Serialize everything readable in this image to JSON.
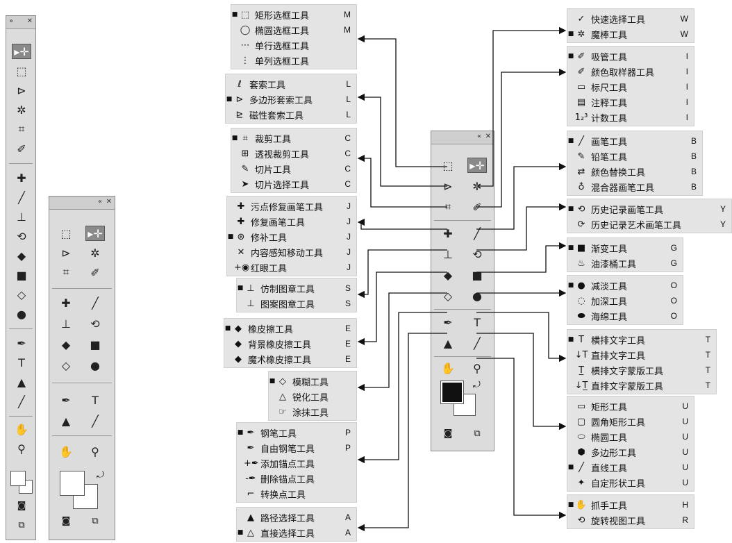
{
  "bullet": "■",
  "groups": [
    {
      "items": [
        {
          "icon": "⬚",
          "name": "矩形选框工具",
          "key": "M",
          "active": true
        },
        {
          "icon": "◯",
          "name": "椭圆选框工具",
          "key": "M"
        },
        {
          "icon": "⋯",
          "name": "单行选框工具",
          "key": ""
        },
        {
          "icon": "⋮",
          "name": "单列选框工具",
          "key": ""
        }
      ]
    },
    {
      "items": [
        {
          "icon": "ℓ",
          "name": "套索工具",
          "key": "L"
        },
        {
          "icon": "⊳",
          "name": "多边形套索工具",
          "key": "L",
          "active": true
        },
        {
          "icon": "⊵",
          "name": "磁性套索工具",
          "key": "L"
        }
      ]
    },
    {
      "items": [
        {
          "icon": "⌗",
          "name": "裁剪工具",
          "key": "C",
          "active": true
        },
        {
          "icon": "⊞",
          "name": "透视裁剪工具",
          "key": "C"
        },
        {
          "icon": "✎",
          "name": "切片工具",
          "key": "C"
        },
        {
          "icon": "➤",
          "name": "切片选择工具",
          "key": "C"
        }
      ]
    },
    {
      "items": [
        {
          "icon": "✚",
          "name": "污点修复画笔工具",
          "key": "J"
        },
        {
          "icon": "✚",
          "name": "修复画笔工具",
          "key": "J"
        },
        {
          "icon": "⊛",
          "name": "修补工具",
          "key": "J",
          "active": true
        },
        {
          "icon": "✕",
          "name": "内容感知移动工具",
          "key": "J"
        },
        {
          "icon": "+◉",
          "name": "红眼工具",
          "key": "J"
        }
      ]
    },
    {
      "items": [
        {
          "icon": "⊥",
          "name": "仿制图章工具",
          "key": "S",
          "active": true
        },
        {
          "icon": "⊥",
          "name": "图案图章工具",
          "key": "S"
        }
      ]
    },
    {
      "items": [
        {
          "icon": "◆",
          "name": "橡皮擦工具",
          "key": "E",
          "active": true
        },
        {
          "icon": "◆",
          "name": "背景橡皮擦工具",
          "key": "E"
        },
        {
          "icon": "◆",
          "name": "魔术橡皮擦工具",
          "key": "E"
        }
      ]
    },
    {
      "items": [
        {
          "icon": "◇",
          "name": "模糊工具",
          "key": "",
          "active": true
        },
        {
          "icon": "△",
          "name": "锐化工具",
          "key": ""
        },
        {
          "icon": "☞",
          "name": "涂抹工具",
          "key": ""
        }
      ]
    },
    {
      "items": [
        {
          "icon": "✒",
          "name": "钢笔工具",
          "key": "P",
          "active": true
        },
        {
          "icon": "✒",
          "name": "自由钢笔工具",
          "key": "P"
        },
        {
          "icon": "+✒",
          "name": "添加锚点工具",
          "key": ""
        },
        {
          "icon": "-✒",
          "name": "删除锚点工具",
          "key": ""
        },
        {
          "icon": "⌐",
          "name": "转换点工具",
          "key": ""
        }
      ]
    },
    {
      "items": [
        {
          "icon": "▲",
          "name": "路径选择工具",
          "key": "A"
        },
        {
          "icon": "△",
          "name": "直接选择工具",
          "key": "A",
          "active": true
        }
      ]
    },
    {
      "items": [
        {
          "icon": "✓",
          "name": "快速选择工具",
          "key": "W"
        },
        {
          "icon": "✲",
          "name": "魔棒工具",
          "key": "W",
          "active": true
        }
      ]
    },
    {
      "items": [
        {
          "icon": "✐",
          "name": "吸管工具",
          "key": "I",
          "active": true
        },
        {
          "icon": "✐",
          "name": "颜色取样器工具",
          "key": "I"
        },
        {
          "icon": "▭",
          "name": "标尺工具",
          "key": "I"
        },
        {
          "icon": "▤",
          "name": "注释工具",
          "key": "I"
        },
        {
          "icon": "1₂³",
          "name": "计数工具",
          "key": "I"
        }
      ]
    },
    {
      "items": [
        {
          "icon": "╱",
          "name": "画笔工具",
          "key": "B",
          "active": true
        },
        {
          "icon": "✎",
          "name": "铅笔工具",
          "key": "B"
        },
        {
          "icon": "⇄",
          "name": "颜色替换工具",
          "key": "B"
        },
        {
          "icon": "♁",
          "name": "混合器画笔工具",
          "key": "B"
        }
      ]
    },
    {
      "items": [
        {
          "icon": "⟲",
          "name": "历史记录画笔工具",
          "key": "Y",
          "active": true
        },
        {
          "icon": "⟳",
          "name": "历史记录艺术画笔工具",
          "key": "Y"
        }
      ]
    },
    {
      "items": [
        {
          "icon": "■",
          "name": "渐变工具",
          "key": "G",
          "active": true
        },
        {
          "icon": "♨",
          "name": "油漆桶工具",
          "key": "G"
        }
      ]
    },
    {
      "items": [
        {
          "icon": "●",
          "name": "减淡工具",
          "key": "O",
          "active": true
        },
        {
          "icon": "◌",
          "name": "加深工具",
          "key": "O"
        },
        {
          "icon": "⬬",
          "name": "海绵工具",
          "key": "O"
        }
      ]
    },
    {
      "items": [
        {
          "icon": "T",
          "name": "横排文字工具",
          "key": "T",
          "active": true
        },
        {
          "icon": "↓T",
          "name": "直排文字工具",
          "key": "T"
        },
        {
          "icon": "T̲",
          "name": "横排文字蒙版工具",
          "key": "T"
        },
        {
          "icon": "↓T̲",
          "name": "直排文字蒙版工具",
          "key": "T"
        }
      ]
    },
    {
      "items": [
        {
          "icon": "▭",
          "name": "矩形工具",
          "key": "U"
        },
        {
          "icon": "▢",
          "name": "圆角矩形工具",
          "key": "U"
        },
        {
          "icon": "⬭",
          "name": "椭圆工具",
          "key": "U"
        },
        {
          "icon": "⬢",
          "name": "多边形工具",
          "key": "U"
        },
        {
          "icon": "╱",
          "name": "直线工具",
          "key": "U",
          "active": true
        },
        {
          "icon": "✦",
          "name": "自定形状工具",
          "key": "U"
        }
      ]
    },
    {
      "items": [
        {
          "icon": "✋",
          "name": "抓手工具",
          "key": "H",
          "active": true
        },
        {
          "icon": "⟲",
          "name": "旋转视图工具",
          "key": "R"
        }
      ]
    }
  ],
  "toolbar_controls": {
    "collapse": "«",
    "close": "✕",
    "expand": "»"
  },
  "toolbar_icons": {
    "move": "▸✛",
    "marquee": "⬚",
    "lasso": "⊳",
    "magic": "✲",
    "crop": "⌗",
    "eyedrop": "✐",
    "heal": "✚",
    "brush": "╱",
    "stamp": "⊥",
    "history": "⟲",
    "eraser": "◆",
    "gradient": "■",
    "blur": "◇",
    "dodge": "●",
    "pen": "✒",
    "type": "T",
    "path": "▲",
    "line": "╱",
    "hand": "✋",
    "zoom": "⚲",
    "swap": "⤾",
    "mask": "◙",
    "screen": "⧉"
  }
}
